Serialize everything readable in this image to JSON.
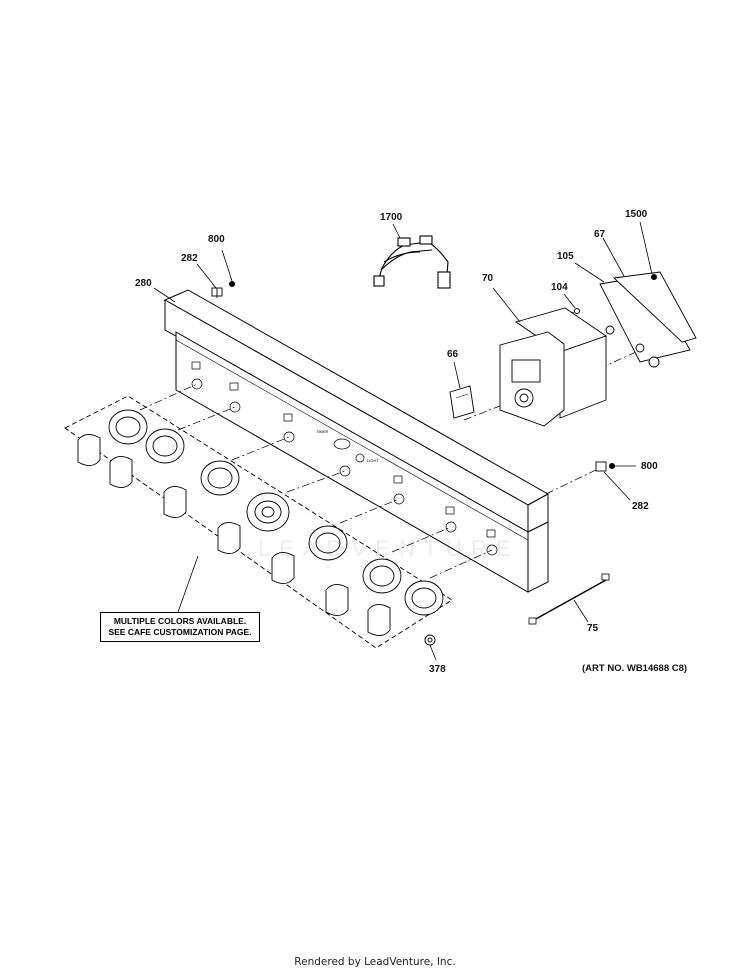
{
  "callouts": [
    {
      "id": "1700",
      "text": "1700"
    },
    {
      "id": "1500",
      "text": "1500"
    },
    {
      "id": "800a",
      "text": "800"
    },
    {
      "id": "282a",
      "text": "282"
    },
    {
      "id": "280",
      "text": "280"
    },
    {
      "id": "67",
      "text": "67"
    },
    {
      "id": "105",
      "text": "105"
    },
    {
      "id": "70",
      "text": "70"
    },
    {
      "id": "104",
      "text": "104"
    },
    {
      "id": "66",
      "text": "66"
    },
    {
      "id": "800b",
      "text": "800"
    },
    {
      "id": "282b",
      "text": "282"
    },
    {
      "id": "75",
      "text": "75"
    },
    {
      "id": "378",
      "text": "378"
    }
  ],
  "note": {
    "line1": "MULTIPLE COLORS AVAILABLE.",
    "line2": "SEE CAFE CUSTOMIZATION PAGE."
  },
  "art_number": "(ART NO. WB14688 C8)",
  "watermark": "LEADVENTURE",
  "footer": "Rendered by LeadVenture, Inc."
}
